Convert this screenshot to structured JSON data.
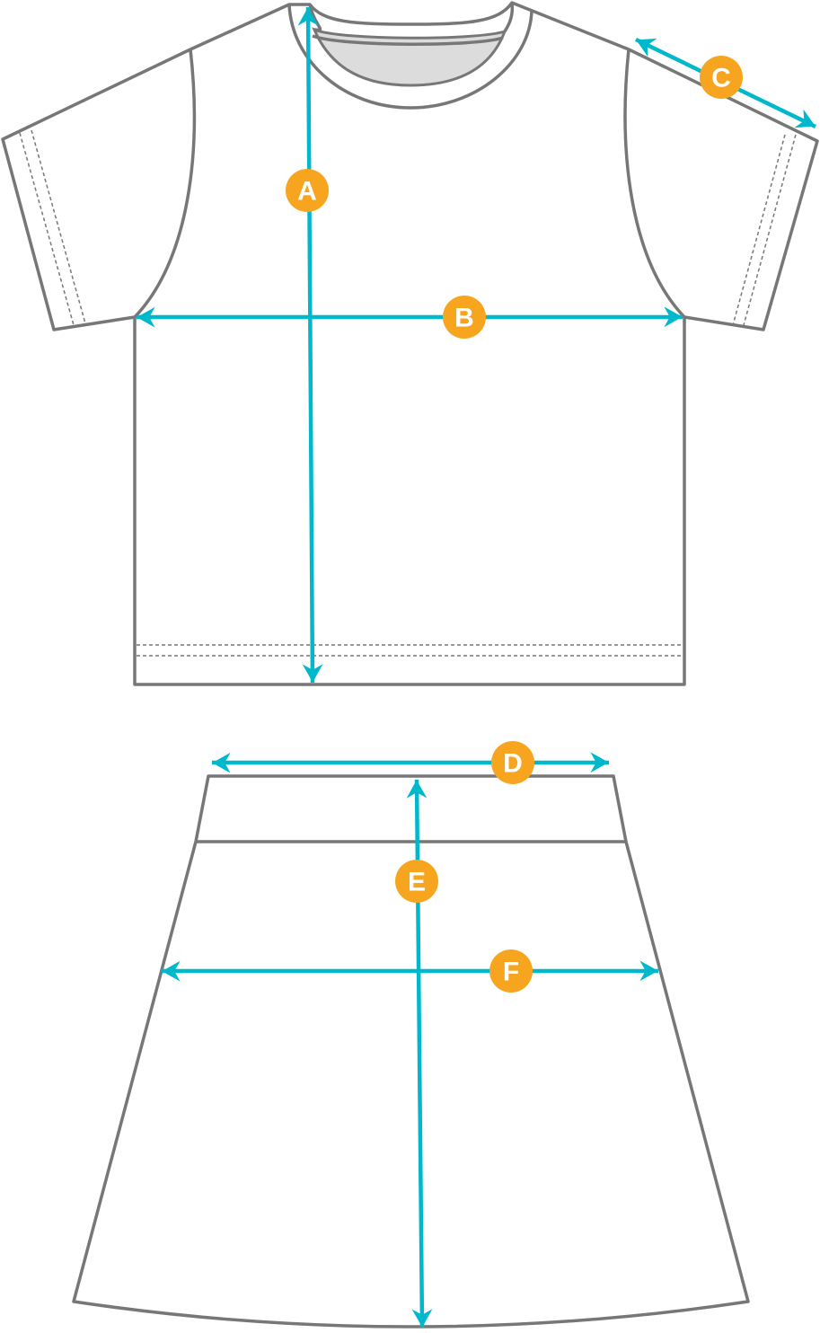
{
  "colors": {
    "outline": "#777777",
    "measure": "#00b8cc",
    "badge": "#f7a51e",
    "collar_fill": "#dcdcdc"
  },
  "shirt": {
    "measurements": [
      {
        "id": "A",
        "label": "A"
      },
      {
        "id": "B",
        "label": "B"
      },
      {
        "id": "C",
        "label": "C"
      }
    ]
  },
  "skirt": {
    "measurements": [
      {
        "id": "D",
        "label": "D"
      },
      {
        "id": "E",
        "label": "E"
      },
      {
        "id": "F",
        "label": "F"
      }
    ]
  }
}
